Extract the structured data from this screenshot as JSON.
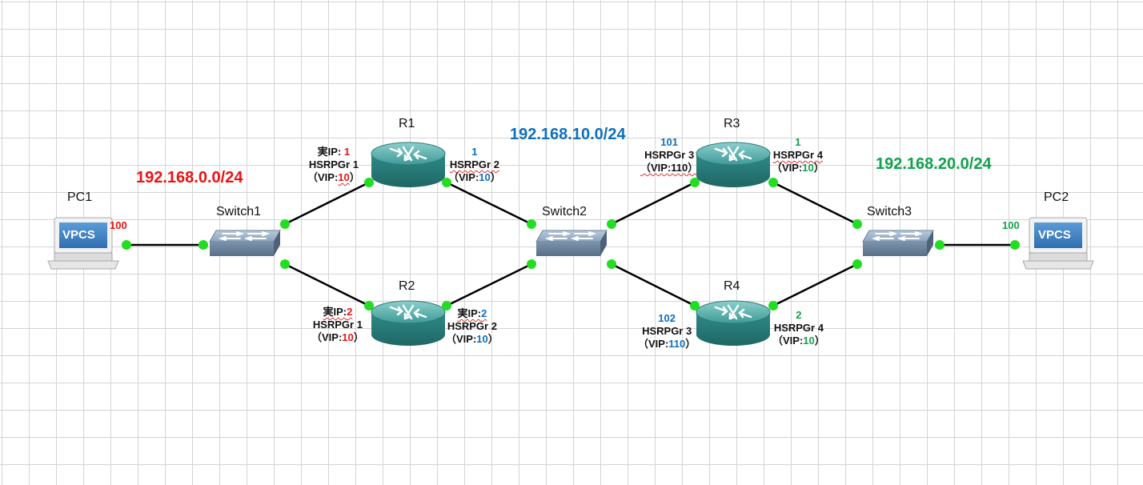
{
  "colors": {
    "red": "#ee1111",
    "blue": "#0f6fbd",
    "green": "#0fa24a",
    "link": "#000000",
    "port": "#22dd22"
  },
  "devices": {
    "pc1": "PC1",
    "pc2": "PC2",
    "vpcs1": "VPCS",
    "vpcs2": "VPCS",
    "switch1": "Switch1",
    "switch2": "Switch2",
    "switch3": "Switch3",
    "r1": "R1",
    "r2": "R2",
    "r3": "R3",
    "r4": "R4"
  },
  "subnets": {
    "net0": "192.168.0.0/24",
    "net10": "192.168.10.0/24",
    "net20": "192.168.20.0/24"
  },
  "hosts": {
    "pc1_ip": "100",
    "pc2_ip": "100"
  },
  "r1": {
    "left": {
      "ip_prefix": "実IP: ",
      "ip_value": "1",
      "group": "HSRPGr 1",
      "vip_open": "（VIP:",
      "vip_value": "10",
      "vip_close": "）"
    },
    "right": {
      "ip_value": "1",
      "group": "HSRPGr 2",
      "vip_open": "（VIP:",
      "vip_value": "10",
      "vip_close": "）"
    }
  },
  "r2": {
    "left": {
      "ip_prefix": "実IP:",
      "ip_value": "2",
      "group": "HSRPGr 1",
      "vip_open": "（VIP:",
      "vip_value": "10",
      "vip_close": "）"
    },
    "right": {
      "ip_prefix": "実IP:",
      "ip_value": "2",
      "group": "HSRPGr 2",
      "vip_open": "（VIP:",
      "vip_value": "10",
      "vip_close": "）"
    }
  },
  "r3": {
    "left": {
      "ip_value": "101",
      "group": "HSRPGr 3",
      "vip_open": "（VIP:110）"
    },
    "right": {
      "ip_value": "1",
      "group": "HSRPGr 4",
      "vip_open": "（VIP:",
      "vip_value": "10",
      "vip_close": "）"
    }
  },
  "r4": {
    "left": {
      "ip_value": "102",
      "group": "HSRPGr 3",
      "vip_open": "（VIP:",
      "vip_value": "110",
      "vip_close": "）"
    },
    "right": {
      "ip_value": "2",
      "group": "HSRPGr 4",
      "vip_open": "（VIP:",
      "vip_value": "10",
      "vip_close": "）"
    }
  }
}
